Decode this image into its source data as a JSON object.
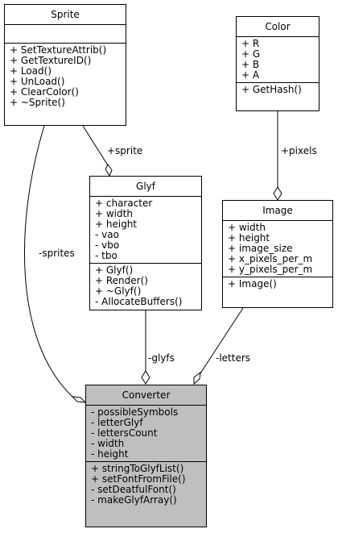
{
  "classes": {
    "sprite": {
      "name": "Sprite",
      "attributes": [],
      "methods": [
        "+ SetTextureAttrib()",
        "+ GetTextureID()",
        "+ Load()",
        "+ UnLoad()",
        "+ ClearColor()",
        "+ ~Sprite()"
      ]
    },
    "color": {
      "name": "Color",
      "attributes": [
        "+ R",
        "+ G",
        "+ B",
        "+ A"
      ],
      "methods": [
        "+ GetHash()"
      ]
    },
    "glyf": {
      "name": "Glyf",
      "attributes": [
        "+ character",
        "+ width",
        "+ height",
        "- vao",
        "- vbo",
        "- tbo"
      ],
      "methods": [
        "+ Glyf()",
        "+ Render()",
        "+ ~Glyf()",
        "- AllocateBuffers()"
      ]
    },
    "image": {
      "name": "Image",
      "attributes": [
        "+ width",
        "+ height",
        "+ image_size",
        "+ x_pixels_per_m",
        "+ y_pixels_per_m"
      ],
      "methods": [
        "+ Image()"
      ]
    },
    "converter": {
      "name": "Converter",
      "attributes": [
        "- possibleSymbols",
        "- letterGlyf",
        "- lettersCount",
        "- width",
        "- height"
      ],
      "methods": [
        "+ stringToGlyfList()",
        "+ setFontFromFile()",
        "- setDeatfulFont()",
        "- makeGlyfArray()"
      ]
    }
  },
  "edges": {
    "sprite_to_glyf": "+sprite",
    "color_to_image": "+pixels",
    "sprite_to_converter": "-sprites",
    "glyf_to_converter": "-glyfs",
    "image_to_converter": "-letters"
  }
}
